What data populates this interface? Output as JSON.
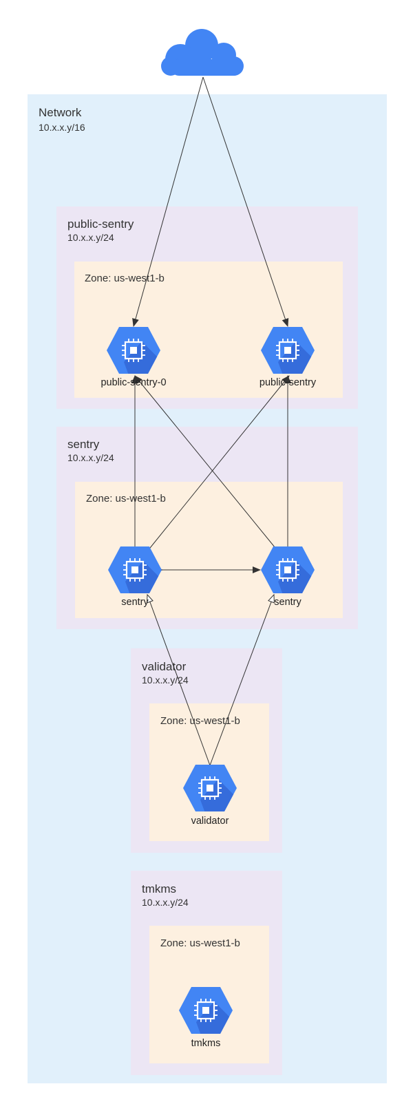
{
  "network": {
    "title": "Network",
    "cidr": "10.x.x.y/16"
  },
  "subnets": {
    "public_sentry": {
      "title": "public-sentry",
      "cidr": "10.x.x.y/24",
      "zone": "Zone: us-west1-b",
      "nodes": [
        "public-sentry-0",
        "public-sentry"
      ]
    },
    "sentry": {
      "title": "sentry",
      "cidr": "10.x.x.y/24",
      "zone": "Zone: us-west1-b",
      "nodes": [
        "sentry",
        "sentry"
      ]
    },
    "validator": {
      "title": "validator",
      "cidr": "10.x.x.y/24",
      "zone": "Zone: us-west1-b",
      "nodes": [
        "validator"
      ]
    },
    "tmkms": {
      "title": "tmkms",
      "cidr": "10.x.x.y/24",
      "zone": "Zone: us-west1-b",
      "nodes": [
        "tmkms"
      ]
    }
  },
  "icons": {
    "cloud": "cloud-icon",
    "compute": "compute-engine-icon"
  },
  "colors": {
    "network_bg": "#e1f0fb",
    "subnet_bg": "#ece6f4",
    "zone_bg": "#fdf0e0",
    "node_blue": "#4285f4",
    "node_shadow": "#3367d6",
    "edge": "#333333"
  }
}
